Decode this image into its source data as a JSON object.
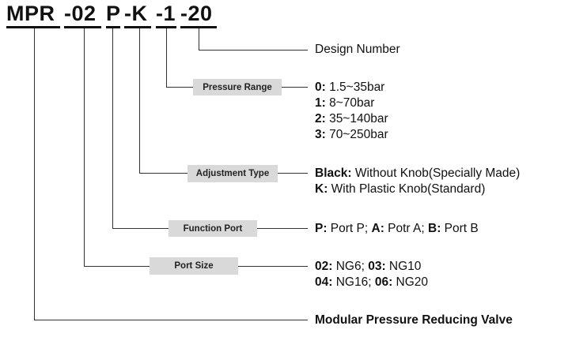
{
  "model_code": {
    "segments": [
      "MPR",
      "-02",
      "P",
      "-K",
      "-1",
      "-20"
    ]
  },
  "design_number": {
    "label": "Design Number"
  },
  "pressure_range": {
    "badge": "Pressure Range",
    "options": [
      {
        "code": "0:",
        "text": " 1.5~35bar"
      },
      {
        "code": "1:",
        "text": " 8~70bar"
      },
      {
        "code": "2:",
        "text": " 35~140bar"
      },
      {
        "code": "3:",
        "text": " 70~250bar"
      }
    ]
  },
  "adjustment_type": {
    "badge": "Adjustment Type",
    "options": [
      {
        "code": "Black:",
        "text": " Without Knob(Specially Made)"
      },
      {
        "code": "K:",
        "text": " With Plastic Knob(Standard)"
      }
    ]
  },
  "function_port": {
    "badge": "Function Port",
    "parts": [
      {
        "code": "P:",
        "text": " Port P; "
      },
      {
        "code": "A:",
        "text": " Potr A; "
      },
      {
        "code": "B:",
        "text": " Port B"
      }
    ]
  },
  "port_size": {
    "badge": "Port Size",
    "rows": [
      [
        {
          "code": "02:",
          "text": " NG6; "
        },
        {
          "code": "03:",
          "text": " NG10"
        }
      ],
      [
        {
          "code": "04:",
          "text": " NG16; "
        },
        {
          "code": "06:",
          "text": " NG20"
        }
      ]
    ]
  },
  "series": {
    "label": "Modular Pressure Reducing Valve"
  }
}
